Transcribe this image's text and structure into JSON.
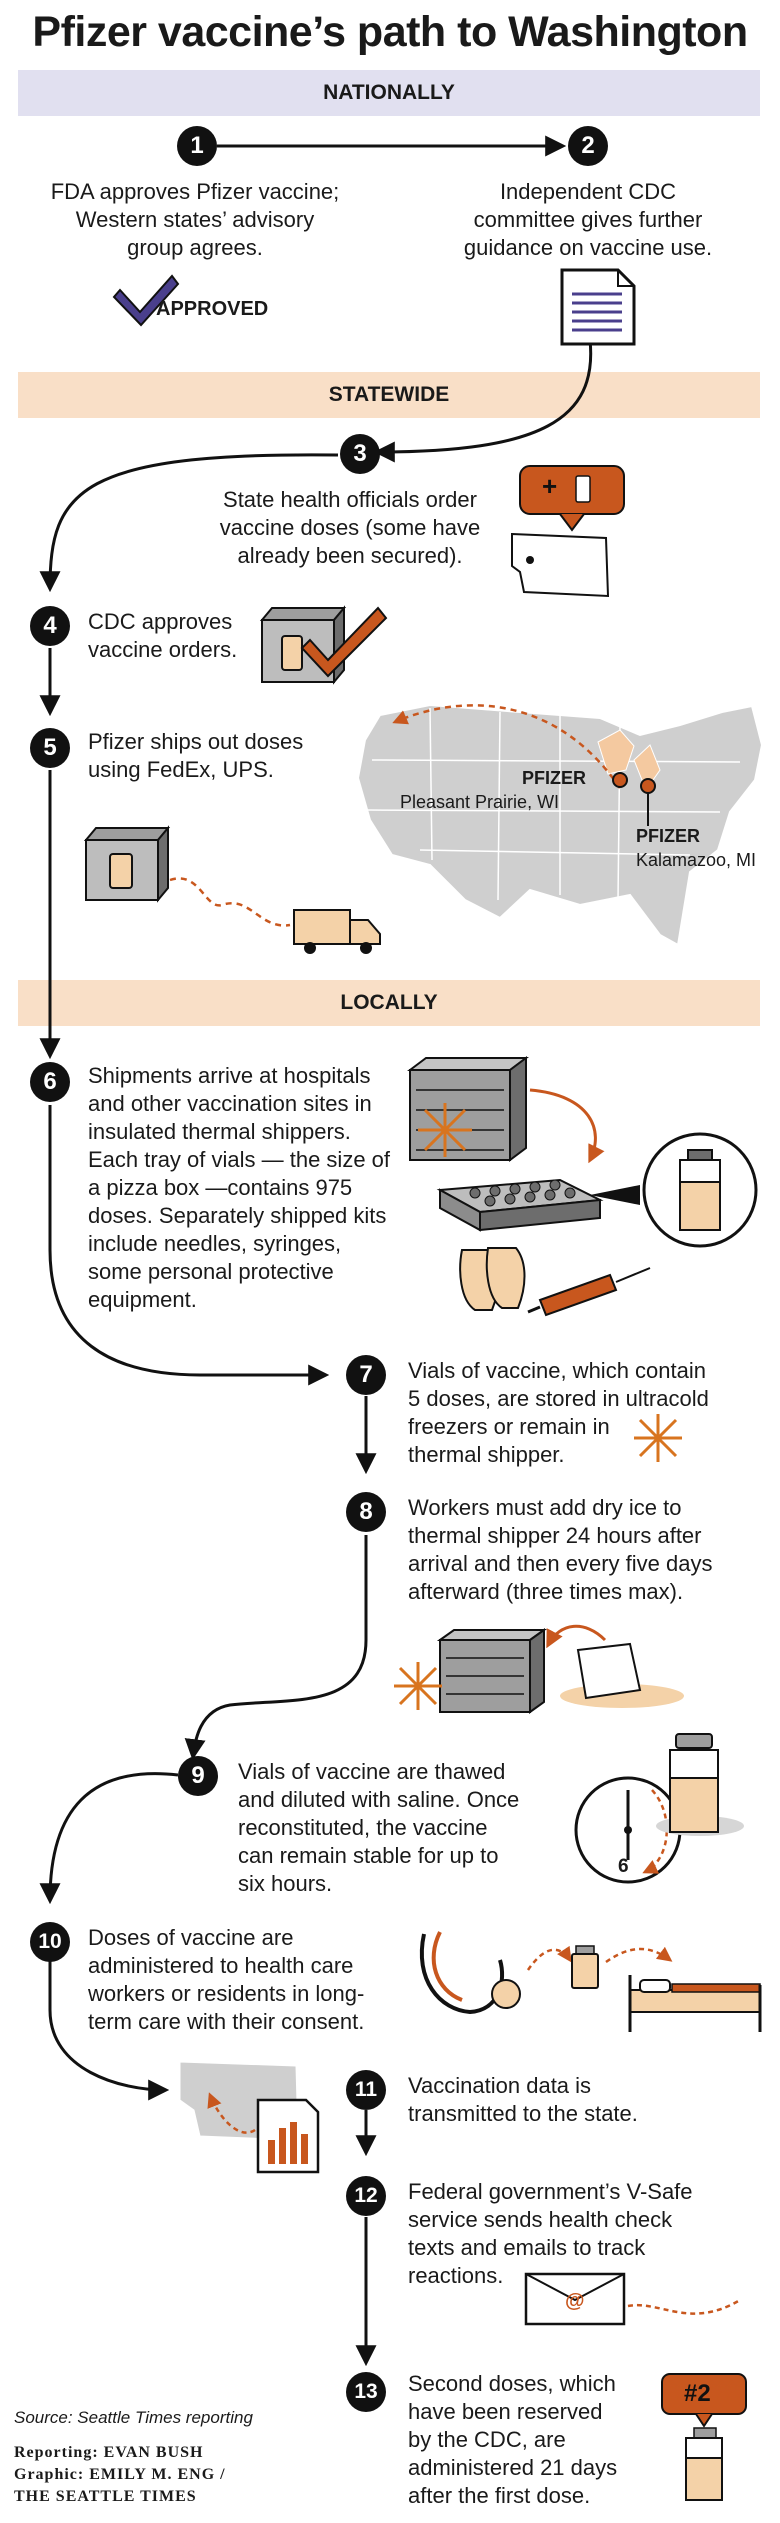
{
  "title": "Pfizer vaccine’s path to Washington",
  "sections": {
    "nationally": "NATIONALLY",
    "statewide": "STATEWIDE",
    "locally": "LOCALLY"
  },
  "steps": [
    {
      "n": "1",
      "lines": [
        "FDA approves Pfizer vaccine;",
        "Western states’ advisory",
        "group agrees."
      ]
    },
    {
      "n": "2",
      "lines": [
        "Independent CDC",
        "committee gives further",
        "guidance on vaccine use."
      ]
    },
    {
      "n": "3",
      "lines": [
        "State health officials order",
        "vaccine doses (some have",
        "already been secured)."
      ]
    },
    {
      "n": "4",
      "lines": [
        "CDC approves",
        "vaccine orders."
      ]
    },
    {
      "n": "5",
      "lines": [
        "Pfizer ships out doses",
        "using FedEx, UPS."
      ]
    },
    {
      "n": "6",
      "lines": [
        "Shipments arrive at hospitals",
        "and other vaccination sites in",
        "insulated thermal shippers.",
        "Each tray of vials — the size of",
        "a pizza box —contains 975",
        "doses. Separately shipped kits",
        "include needles, syringes,",
        "some personal protective",
        "equipment."
      ]
    },
    {
      "n": "7",
      "lines": [
        "Vials of vaccine, which contain",
        "5 doses, are stored in ultracold",
        "freezers or remain in",
        "thermal shipper."
      ]
    },
    {
      "n": "8",
      "lines": [
        "Workers must add dry ice to",
        "thermal shipper 24 hours after",
        "arrival and then every five days",
        "afterward (three times max)."
      ]
    },
    {
      "n": "9",
      "lines": [
        "Vials of vaccine are thawed",
        "and diluted with saline. Once",
        "reconstituted, the vaccine",
        "can remain stable for up to",
        "six hours."
      ]
    },
    {
      "n": "10",
      "lines": [
        "Doses of vaccine are",
        "administered to health care",
        "workers or residents in long-",
        "term care with their consent."
      ]
    },
    {
      "n": "11",
      "lines": [
        "Vaccination data is",
        "transmitted to the state."
      ]
    },
    {
      "n": "12",
      "lines": [
        "Federal government’s V-Safe",
        "service sends health check",
        "texts and emails to track",
        "reactions."
      ]
    },
    {
      "n": "13",
      "lines": [
        "Second doses, which",
        "have been reserved",
        "by the CDC, are",
        "administered 21 days",
        "after the first dose."
      ]
    }
  ],
  "labels": {
    "approved": "APPROVED",
    "pfizer": "PFIZER",
    "pleasant_prairie": "Pleasant Prairie, WI",
    "kalamazoo": "Kalamazoo, MI",
    "clock_six": "6",
    "second_dose_badge": "#2",
    "email_at": "@",
    "plus": "+"
  },
  "credits": {
    "source": "Source: Seattle Times reporting",
    "reporting": "Reporting: EVAN BUSH",
    "graphic": "Graphic: EMILY M. ENG /",
    "paper": "THE SEATTLE TIMES"
  },
  "colors": {
    "orange": "#c8571e",
    "purple_check": "#4a3f8c",
    "gray_map": "#cfcfcf",
    "ice_orange": "#d8741f"
  }
}
